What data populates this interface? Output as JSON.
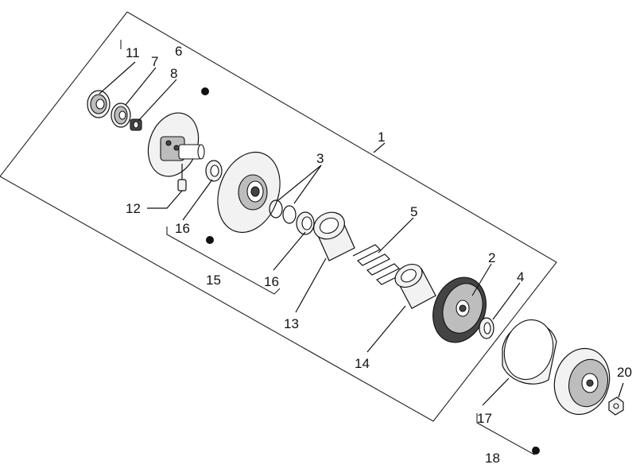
{
  "labels": {
    "p1": "1",
    "p2": "2",
    "p3": "3",
    "p4": "4",
    "p5": "5",
    "p6": "6",
    "p7": "7",
    "p8": "8",
    "p11": "11",
    "p12": "12",
    "p13": "13",
    "p14": "14",
    "p15": "15",
    "p16a": "16",
    "p16b": "16",
    "p17": "17",
    "p18": "18",
    "p20": "20"
  }
}
